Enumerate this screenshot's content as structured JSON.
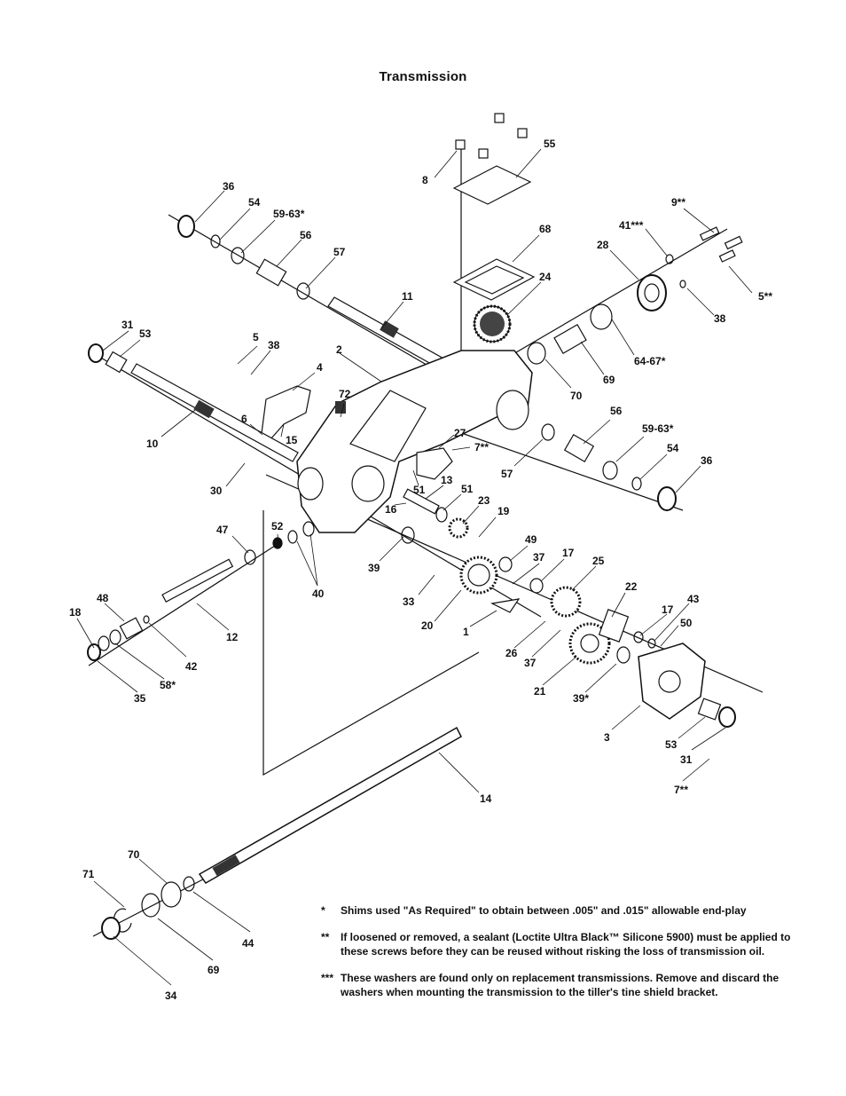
{
  "title": "Transmission",
  "labels": [
    "55",
    "8",
    "68",
    "24",
    "36",
    "54",
    "59-63*",
    "56",
    "57",
    "11",
    "9**",
    "41***",
    "28",
    "5**",
    "38",
    "31",
    "53",
    "5",
    "38",
    "4",
    "2",
    "72",
    "69",
    "64-67*",
    "70",
    "10",
    "6",
    "15",
    "27",
    "7**",
    "56",
    "59-63*",
    "54",
    "36",
    "30",
    "57",
    "51",
    "13",
    "51",
    "23",
    "16",
    "19",
    "47",
    "52",
    "39",
    "49",
    "37",
    "17",
    "25",
    "40",
    "33",
    "22",
    "17",
    "43",
    "48",
    "12",
    "20",
    "1",
    "50",
    "18",
    "42",
    "26",
    "37",
    "21",
    "39*",
    "58*",
    "35",
    "3",
    "53",
    "31",
    "7**",
    "14",
    "70",
    "71",
    "44",
    "69",
    "34"
  ],
  "notes": [
    {
      "mark": "*",
      "text": "Shims used \"As Required\" to obtain between .005\" and .015\" allowable end-play"
    },
    {
      "mark": "**",
      "text": "If loosened or removed, a sealant (Loctite Ultra Black™ Silicone 5900) must be applied to these screws before they can be reused without risking the loss of transmission oil."
    },
    {
      "mark": "***",
      "text": "These washers are found only on replacement transmissions. Remove and discard the washers when mounting the transmission to the tiller's tine shield bracket."
    }
  ]
}
